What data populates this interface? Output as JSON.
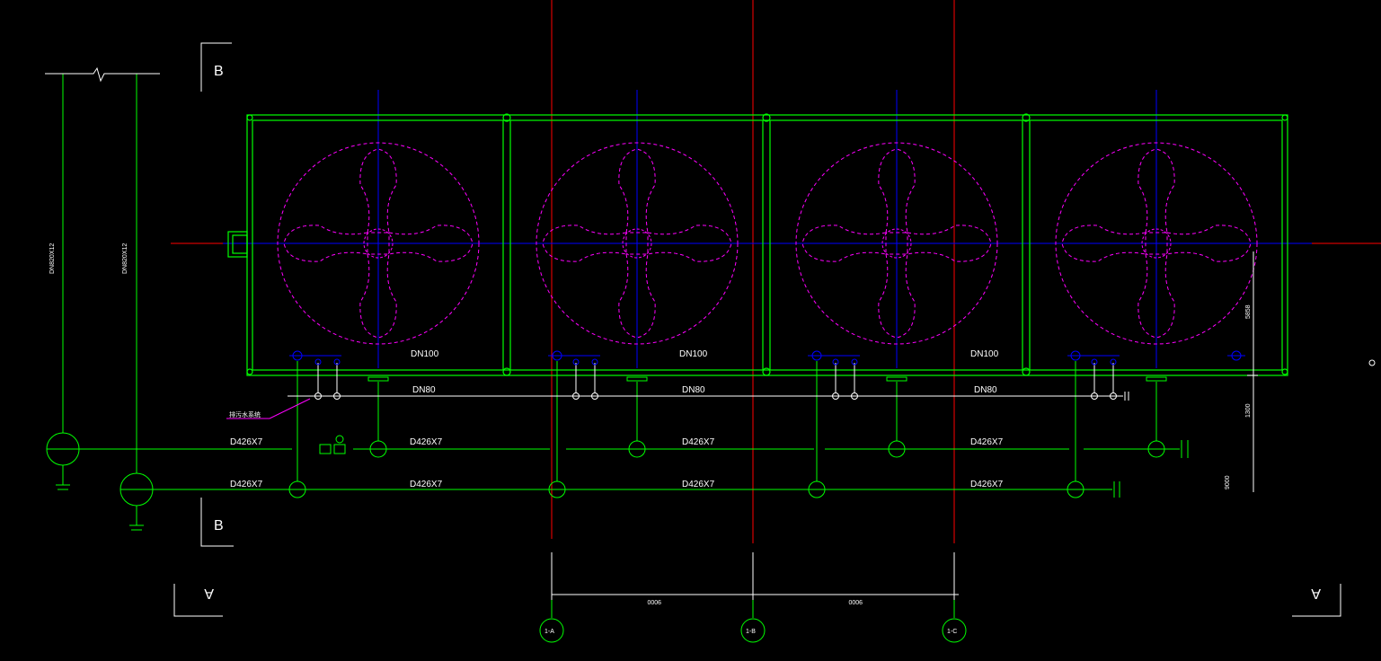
{
  "section_marks": {
    "b_top": "B",
    "b_bottom": "B",
    "a_left": "A",
    "a_right": "A"
  },
  "risers": {
    "left": "DN820X12",
    "right": "DN820X12"
  },
  "frame_labels": {
    "dn100": [
      "DN100",
      "DN100",
      "DN100"
    ],
    "dn80": [
      "DN80",
      "DN80",
      "DN80"
    ]
  },
  "pipe_labels": {
    "upper": [
      "D426X7",
      "D426X7",
      "D426X7",
      "D426X7"
    ],
    "lower": [
      "D426X7",
      "D426X7",
      "D426X7",
      "D426X7"
    ]
  },
  "annotation": "排污水系统",
  "dimensions": {
    "right_top": "5858",
    "right_mid": "1300",
    "right_bottom": "9000",
    "bottom_left": "9000",
    "bottom_right": "9000"
  },
  "axis_bubbles": [
    "1-A",
    "1-B",
    "1-C"
  ],
  "colors": {
    "frame": "#00ff00",
    "fan": "#ff00ff",
    "centerline_blue": "#0000ff",
    "axis_red": "#ff0000",
    "text": "#ffffff",
    "background": "#000000"
  }
}
